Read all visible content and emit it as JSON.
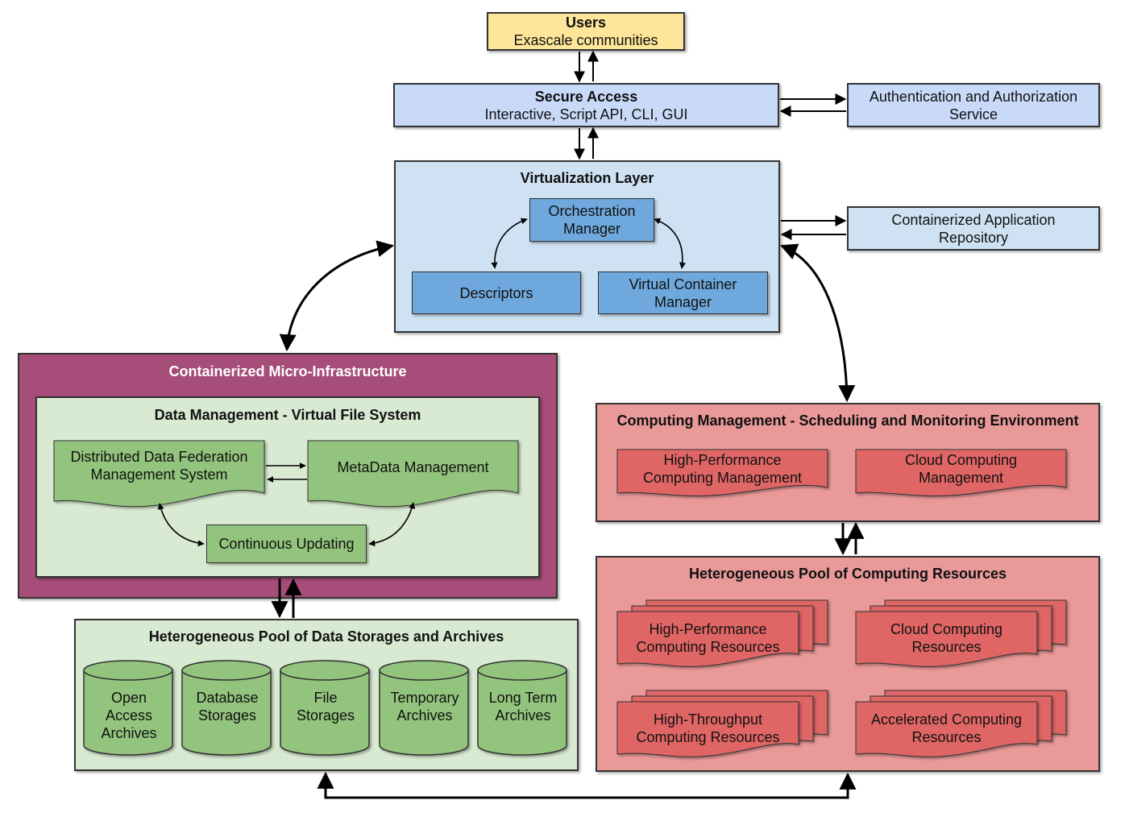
{
  "users": {
    "title": "Users",
    "subtitle": "Exascale communities"
  },
  "secure_access": {
    "title": "Secure Access",
    "subtitle": "Interactive, Script API, CLI, GUI"
  },
  "auth_service": {
    "label": "Authentication and Authorization\nService"
  },
  "virtualization": {
    "title": "Virtualization Layer",
    "orchestration": "Orchestration\nManager",
    "descriptors": "Descriptors",
    "vcm": "Virtual Container\nManager"
  },
  "container_repo": {
    "label": "Containerized Application\nRepository"
  },
  "micro_infra": {
    "title": "Containerized Micro-Infrastructure",
    "data_mgmt": {
      "title": "Data Management - Virtual File System",
      "ddf": "Distributed Data Federation\nManagement System",
      "metadata": "MetaData Management",
      "updating": "Continuous Updating"
    }
  },
  "storages": {
    "title": "Heterogeneous Pool of Data Storages and Archives",
    "items": [
      "Open\nAccess\nArchives",
      "Database\nStorages",
      "File\nStorages",
      "Temporary\nArchives",
      "Long Term\nArchives"
    ]
  },
  "computing_mgmt": {
    "title": "Computing Management - Scheduling and Monitoring Environment",
    "hpc": "High-Performance\nComputing Management",
    "cloud": "Cloud Computing\nManagement"
  },
  "computing_pool": {
    "title": "Heterogeneous Pool of Computing Resources",
    "hpc": "High-Performance\nComputing Resources",
    "cloud": "Cloud Computing\nResources",
    "htc": "High-Throughput\nComputing Resources",
    "accel": "Accelerated Computing\nResources"
  },
  "colors": {
    "users": "#fde599",
    "secure": "#c9daf8",
    "virt": "#cfe2f3",
    "inner_blue": "#6fa8dc",
    "micro": "#a64d79",
    "green_bg": "#d9ead3",
    "green": "#93c47d",
    "red_bg": "#ea9999",
    "red": "#e06666"
  }
}
